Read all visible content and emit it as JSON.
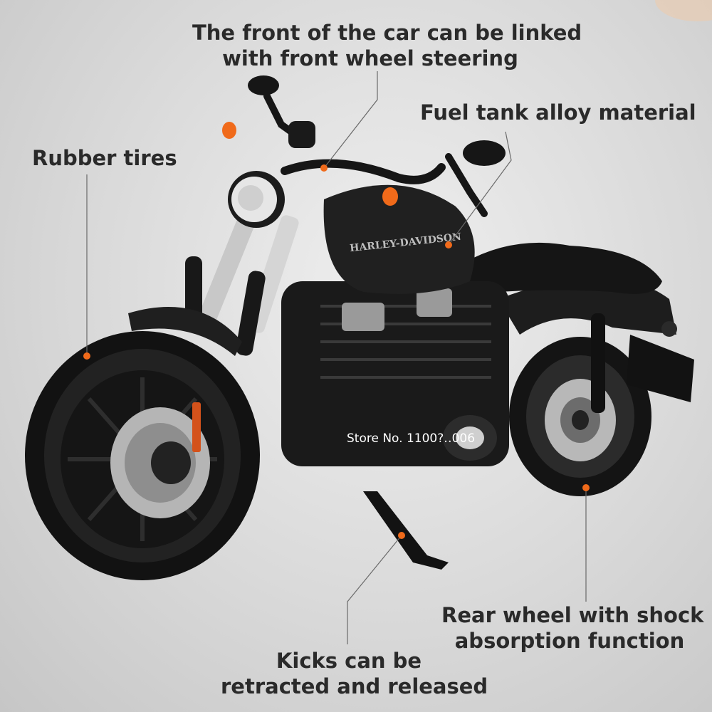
{
  "callouts": {
    "front_linked": "The front of the car can be linked",
    "front_steering": "with front wheel steering",
    "fuel_tank": "Fuel tank alloy material",
    "rubber_tires": "Rubber tires",
    "rear_shock_1": "Rear wheel with shock",
    "rear_shock_2": "absorption function",
    "kicks_1": "Kicks can be",
    "kicks_2": "retracted and released"
  },
  "brand_logo": "HARLEY-DAVIDSON",
  "watermark": "Store No. 1100?‥006",
  "colors": {
    "accent_dot": "#f06a1a",
    "text": "#2a2a2a",
    "bike_body": "#1c1c1c"
  }
}
